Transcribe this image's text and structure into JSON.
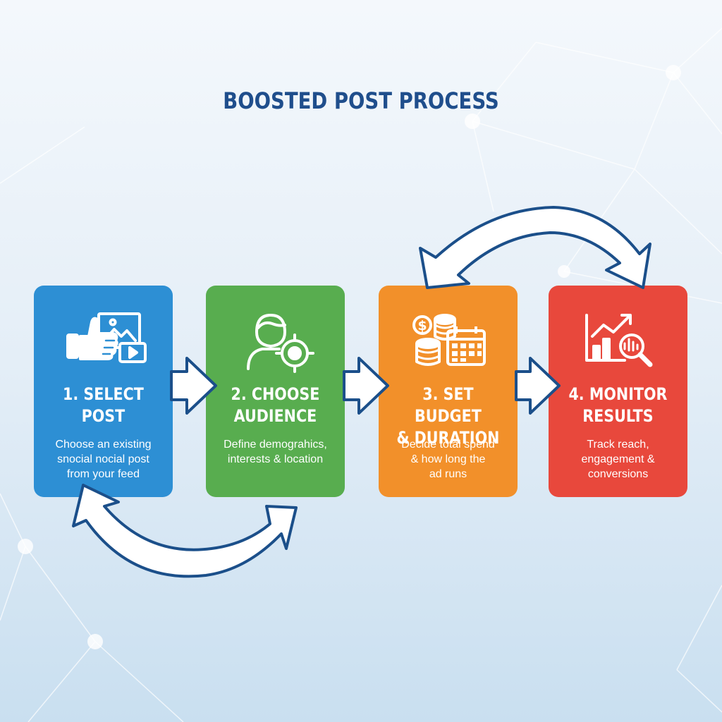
{
  "title": "BOOSTED POST PROCESS",
  "colors": {
    "title": "#1f4e8c",
    "arrow_outline": "#1b4f8a",
    "arrow_fill": "#ffffff"
  },
  "steps": [
    {
      "title": "1. SELECT\nPOST",
      "description": "Choose an existing\nsnocial nocial post\nfrom your feed",
      "color": "#2d8fd4",
      "icon": "thumbs-up-media-icon"
    },
    {
      "title": "2. CHOOSE\nAUDIENCE",
      "description": "Define demograhics,\ninterests & location",
      "color": "#58ad4f",
      "icon": "person-target-icon"
    },
    {
      "title": "3. SET BUDGET\n& DURATION",
      "description": "Decide total spend\n& how long the\nad runs",
      "color": "#f2902a",
      "icon": "coins-calendar-icon"
    },
    {
      "title": "4. MONITOR\nRESULTS",
      "description": "Track reach,\nengagement &\nconversions",
      "color": "#e8483c",
      "icon": "chart-magnifier-icon"
    }
  ]
}
